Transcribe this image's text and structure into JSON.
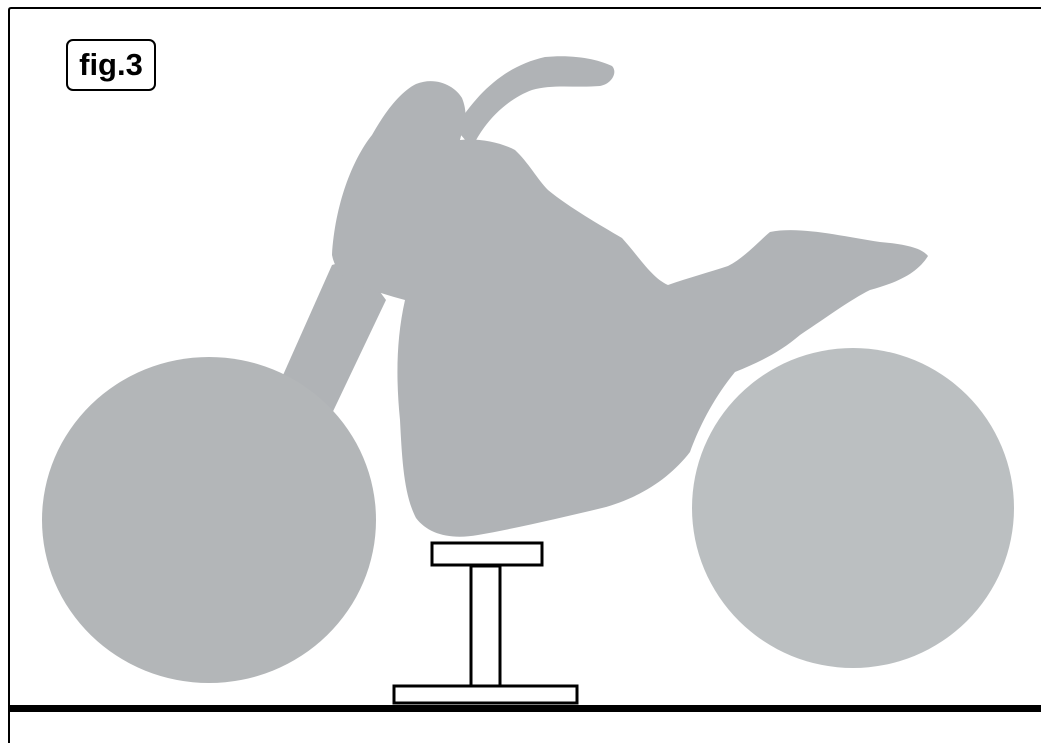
{
  "figure": {
    "label": "fig.3"
  },
  "colors": {
    "frame": "#000000",
    "ground": "#000000",
    "motorcycle_body": "#b0b3b6",
    "front_wheel": "#b3b6b8",
    "rear_wheel": "#bbbfc1",
    "stand_outline": "#000000",
    "stand_fill": "#ffffff"
  },
  "icons": {
    "motorcycle": "motorcycle-silhouette",
    "stand": "center-stand"
  }
}
